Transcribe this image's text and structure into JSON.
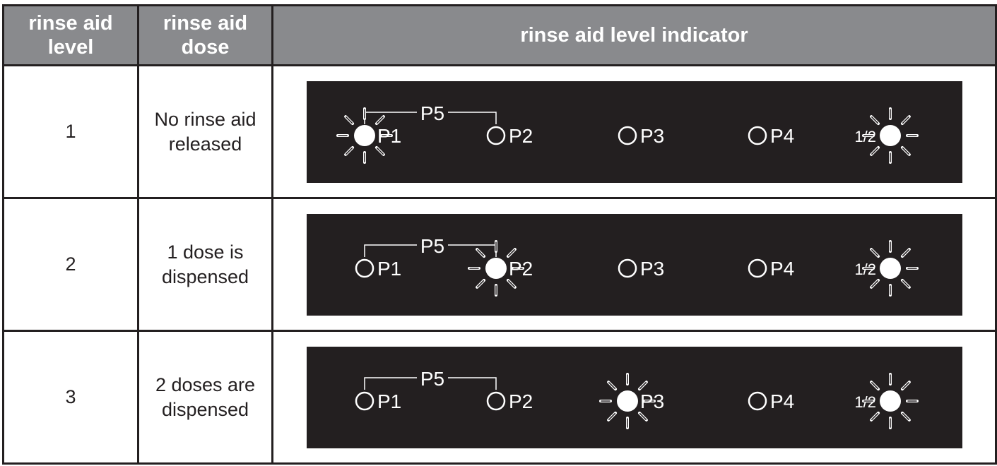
{
  "header": {
    "level": "rinse aid level",
    "dose": "rinse aid dose",
    "indicator": "rinse aid level indicator"
  },
  "colors": {
    "header_bg": "#898a8d",
    "header_text": "#ffffff",
    "panel_bg": "#231f20",
    "border": "#231f20"
  },
  "rows": [
    {
      "level": "1",
      "dose": "No rinse aid released",
      "active": 0
    },
    {
      "level": "2",
      "dose": "1 dose is dispensed",
      "active": 1
    },
    {
      "level": "3",
      "dose": "2 doses are dispensed",
      "active": 2
    }
  ],
  "indicator": {
    "labels": [
      "P1",
      "P2",
      "P3",
      "P4"
    ],
    "bracket_label": "P5",
    "half_label": "1/2",
    "half_active": true
  }
}
